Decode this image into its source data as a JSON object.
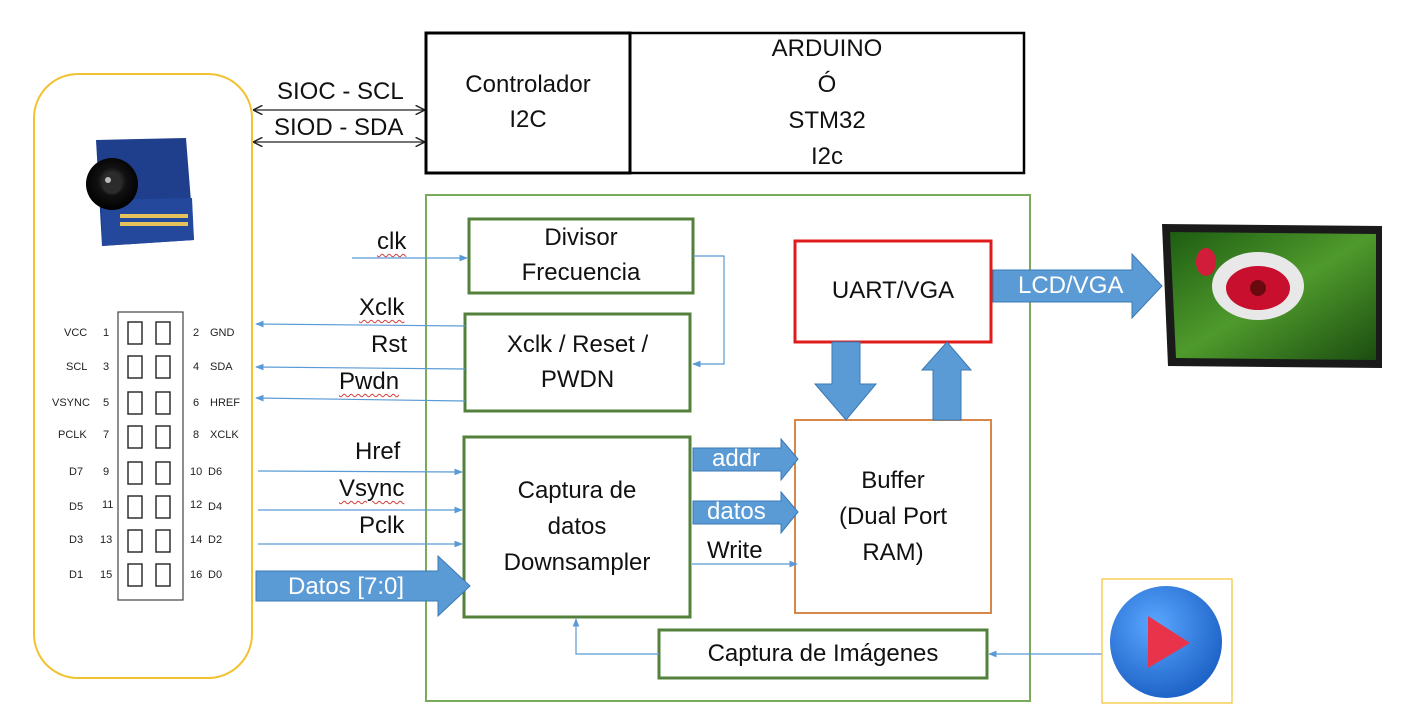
{
  "i2c_links": {
    "sioc": "SIOC  - SCL",
    "siod": "SIOD - SDA"
  },
  "controlador": {
    "line1": "Controlador",
    "line2": "I2C"
  },
  "mcu": {
    "line1": "ARDUINO",
    "line2": "Ó",
    "line3": "STM32",
    "line4": "I2c"
  },
  "blocks": {
    "divisor": {
      "line1": "Divisor",
      "line2": "Frecuencia"
    },
    "xclk_reset": {
      "line1": "Xclk / Reset /",
      "line2": "PWDN"
    },
    "captura_datos": {
      "line1": "Captura de",
      "line2": "datos",
      "line3": "Downsampler"
    },
    "uart": "UART/VGA",
    "buffer": {
      "line1": "Buffer",
      "line2": "(Dual Port",
      "line3": "RAM)"
    },
    "captura_img": "Captura de Imágenes"
  },
  "signals": {
    "clk": "clk",
    "xclk": "Xclk",
    "rst": "Rst",
    "pwdn": "Pwdn",
    "href": "Href",
    "vsync": "Vsync",
    "pclk": "Pclk",
    "datos_bus": "Datos [7:0]",
    "addr": "addr",
    "datos": "datos",
    "write": "Write",
    "lcd_vga": "LCD/VGA"
  },
  "pins": {
    "left": [
      "VCC",
      "SCL",
      "VSYNC",
      "PCLK",
      "D7",
      "D5",
      "D3",
      "D1"
    ],
    "left_num": [
      "1",
      "3",
      "5",
      "7",
      "9",
      "11",
      "13",
      "15"
    ],
    "right_num": [
      "2",
      "4",
      "6",
      "8",
      "10",
      "12",
      "14",
      "16"
    ],
    "right": [
      "GND",
      "SDA",
      "HREF",
      "XCLK",
      "D6",
      "D4",
      "D2",
      "D0"
    ]
  },
  "colors": {
    "module_border": "#f2c230",
    "fpga_border": "#79a95a",
    "block_border": "#53803a",
    "uart_border": "#e01b1b",
    "buffer_border": "#d8874a",
    "arrow_fill": "#5b9bd5",
    "arrow_stroke": "#3a78b5",
    "button_fill": "#2f7fe0",
    "button_play": "#e8334a"
  },
  "icons": {
    "camera": "camera-module-icon",
    "display": "lcd-display-icon",
    "button": "play-button-icon"
  }
}
